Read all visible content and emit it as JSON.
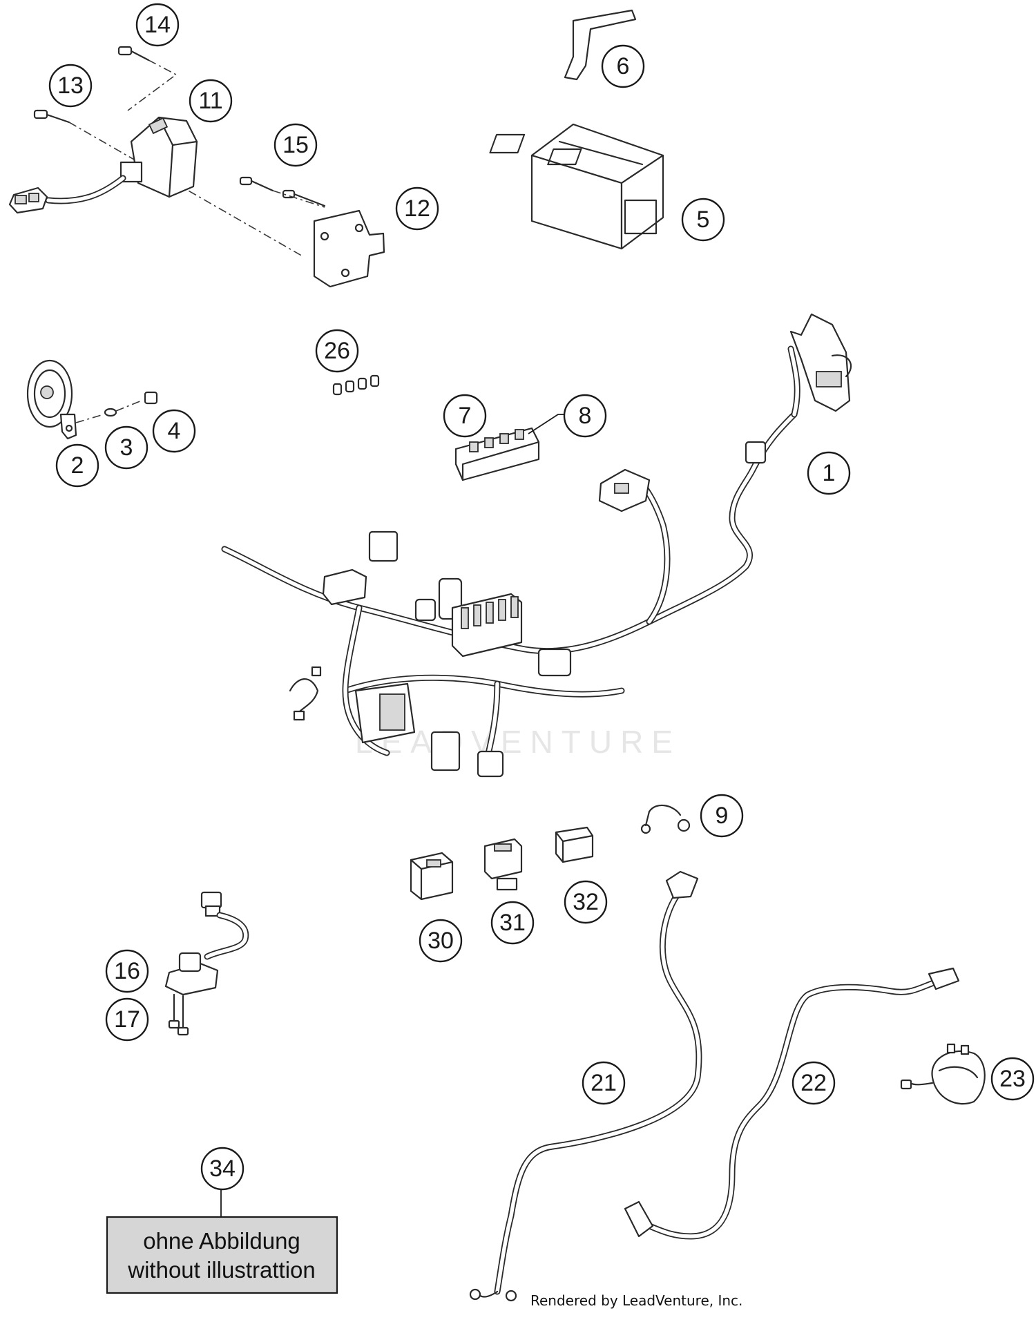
{
  "callouts": [
    {
      "id": "1",
      "label": "1"
    },
    {
      "id": "2",
      "label": "2"
    },
    {
      "id": "3",
      "label": "3"
    },
    {
      "id": "4",
      "label": "4"
    },
    {
      "id": "5",
      "label": "5"
    },
    {
      "id": "6",
      "label": "6"
    },
    {
      "id": "7",
      "label": "7"
    },
    {
      "id": "8",
      "label": "8"
    },
    {
      "id": "9",
      "label": "9"
    },
    {
      "id": "11",
      "label": "11"
    },
    {
      "id": "12",
      "label": "12"
    },
    {
      "id": "13",
      "label": "13"
    },
    {
      "id": "14",
      "label": "14"
    },
    {
      "id": "15",
      "label": "15"
    },
    {
      "id": "16",
      "label": "16"
    },
    {
      "id": "17",
      "label": "17"
    },
    {
      "id": "21",
      "label": "21"
    },
    {
      "id": "22",
      "label": "22"
    },
    {
      "id": "23",
      "label": "23"
    },
    {
      "id": "26",
      "label": "26"
    },
    {
      "id": "30",
      "label": "30"
    },
    {
      "id": "31",
      "label": "31"
    },
    {
      "id": "32",
      "label": "32"
    },
    {
      "id": "34",
      "label": "34"
    }
  ],
  "note": {
    "line1": "ohne Abbildung",
    "line2": "without illustrattion"
  },
  "watermark": "LEADVENTURE",
  "credit": "Rendered by LeadVenture, Inc.",
  "colors": {
    "line": "#2a2a2a",
    "note_fill": "#d6d6d6",
    "watermark": "#e6e6e6"
  }
}
